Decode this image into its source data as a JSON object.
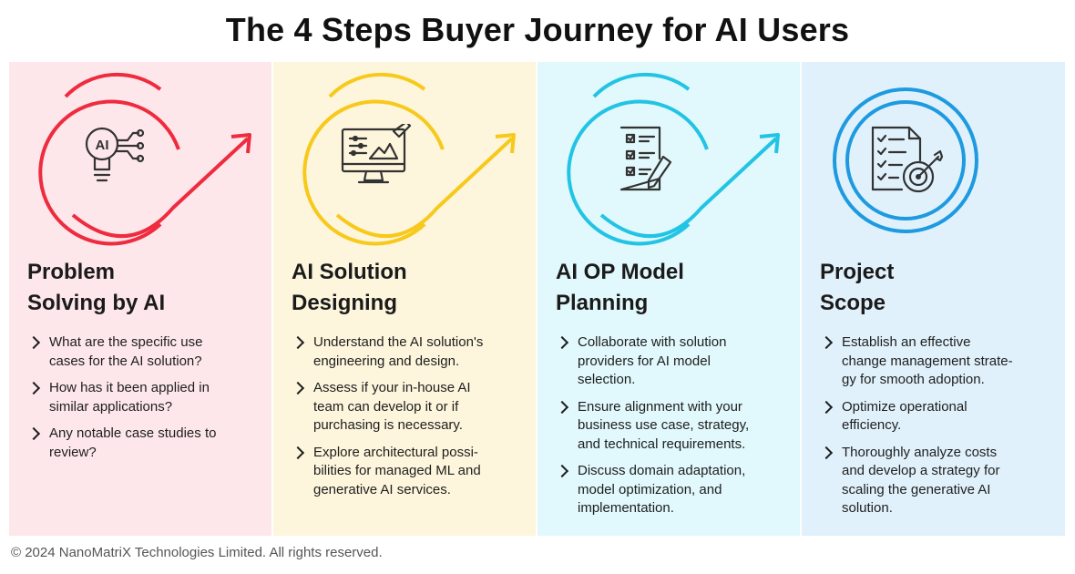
{
  "title": "The 4 Steps Buyer Journey for AI Users",
  "colors": {
    "pink_bg": "#fde7ea",
    "pink_accent": "#ef2b3f",
    "yellow_bg": "#fdf5dc",
    "yellow_accent": "#f7c91a",
    "cyan_bg": "#e1f8fc",
    "cyan_accent": "#22c4e4",
    "blue_bg": "#e0f1fb",
    "blue_accent": "#1e9ae0"
  },
  "steps": [
    {
      "icon": "ai-brain-bulb-icon",
      "title_lines": [
        "Problem",
        "Solving by AI"
      ],
      "bullets": [
        [
          "What are the specific use",
          "cases for the AI solution?"
        ],
        [
          "How has it been applied in",
          "similar applications?"
        ],
        [
          "Any notable case studies to",
          "review?"
        ]
      ]
    },
    {
      "icon": "monitor-design-icon",
      "title_lines": [
        "AI Solution",
        "Designing"
      ],
      "bullets": [
        [
          "Understand the AI solution's",
          "engineering and design."
        ],
        [
          "Assess if your in-house AI",
          "team can develop it or if",
          "purchasing is necessary."
        ],
        [
          "Explore architectural possi-",
          "bilities for managed ML and",
          "generative AI services."
        ]
      ]
    },
    {
      "icon": "checklist-pencil-icon",
      "title_lines": [
        "AI OP Model",
        "Planning"
      ],
      "bullets": [
        [
          "Collaborate with solution",
          "providers for AI model",
          "selection."
        ],
        [
          "Ensure alignment with your",
          "business use case, strategy,",
          "and technical requirements."
        ],
        [
          "Discuss domain adaptation,",
          "model optimization, and",
          "implementation."
        ]
      ]
    },
    {
      "icon": "document-target-icon",
      "title_lines": [
        "Project",
        "Scope"
      ],
      "bullets": [
        [
          "Establish an effective",
          "change management strate-",
          "gy for smooth adoption."
        ],
        [
          "Optimize operational",
          "efficiency."
        ],
        [
          "Thoroughly analyze costs",
          "and develop a strategy for",
          "scaling the generative AI",
          "solution."
        ]
      ]
    }
  ],
  "footer": "© 2024 NanoMatriX Technologies Limited. All rights reserved."
}
